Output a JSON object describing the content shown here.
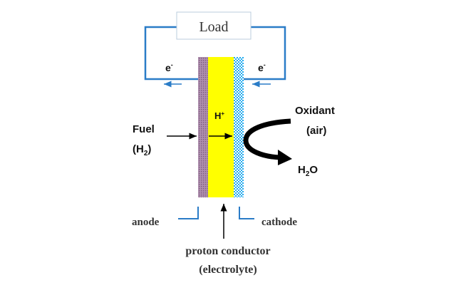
{
  "load_label": "Load",
  "electron_left": "e",
  "electron_right": "e",
  "electron_superscript": "-",
  "proton": "H",
  "proton_superscript": "+",
  "fuel": {
    "line1": "Fuel",
    "line2_open": "(H",
    "line2_sub": "2",
    "line2_close": ")"
  },
  "oxidant": {
    "line1": "Oxidant",
    "line2": "(air)"
  },
  "water": {
    "h": "H",
    "sub": "2",
    "o": "O"
  },
  "anode": "anode",
  "cathode": "cathode",
  "electrolyte": {
    "line1": "proton conductor",
    "line2": "(electrolyte)"
  },
  "colors": {
    "circuit": "#2a7cc7",
    "anode": "#a080a0",
    "electrolyte": "#ffff00",
    "cathode": "#33bbee"
  }
}
